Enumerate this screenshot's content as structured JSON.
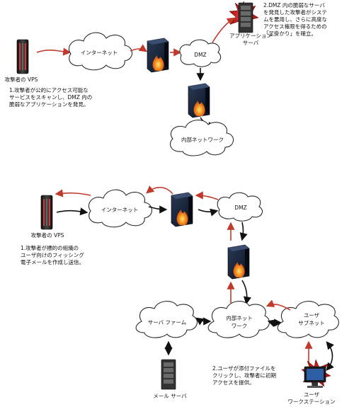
{
  "top": {
    "attacker_label": "攻撃者の VPS",
    "internet_label": "インターネット",
    "dmz_label": "DMZ",
    "app_server_label_line1": "アプリケーション",
    "app_server_label_line2": "サーバ",
    "internal_label": "内部ネットワーク",
    "note1": [
      "1.攻撃者が公的にアクセス可能な",
      "サービスをスキャンし、DMZ 内の",
      "脆弱なアプリケーションを発見。"
    ],
    "note2": [
      "2.DMZ 内の脆弱なサーバ",
      "を発見した攻撃者がシステ",
      "ムを悪用し、さらに高度な",
      "アクセス権限を得るための",
      "「足掛かり」を確立。"
    ]
  },
  "bottom": {
    "attacker_label": "攻撃者の VPS",
    "internet_label": "インターネット",
    "dmz_label": "DMZ",
    "internal_label_line1": "内部ネット",
    "internal_label_line2": "ワーク",
    "server_farm_label": "サーバ ファーム",
    "user_subnet_line1": "ユーザ",
    "user_subnet_line2": "サブネット",
    "mail_server_label": "メール サーバ",
    "workstation_line1": "ユーザ",
    "workstation_line2": "ワークステーション",
    "note1": [
      "1.攻撃者が標的の組織の",
      "ユーザ向けのフィッシング",
      "電子メールを作成し送信。"
    ],
    "note2": [
      "2.ユーザが添付ファイルを",
      "クリックし、攻撃者に初期",
      "アクセスを提供。"
    ]
  },
  "colors": {
    "attack_arrow": "#c0392b",
    "flow_arrow": "#111111",
    "firewall_fire": "#e8641a"
  }
}
